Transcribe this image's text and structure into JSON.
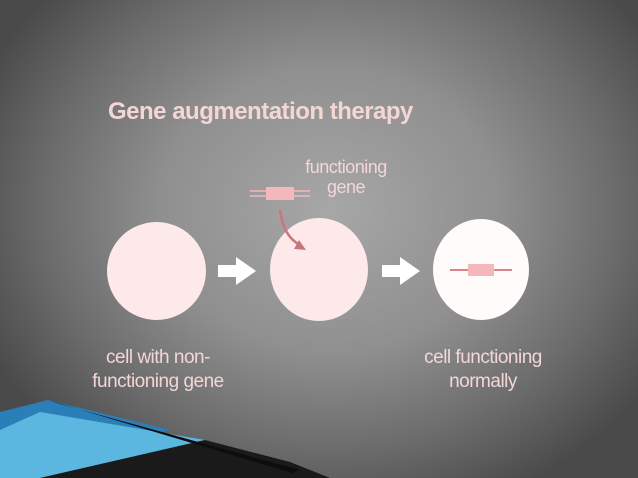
{
  "slide": {
    "title": "Gene augmentation therapy",
    "gene_label": "functioning gene",
    "caption_left": "cell with non-functioning gene",
    "caption_right": "cell functioning normally",
    "colors": {
      "text": "#f4d6d6",
      "cell": "#fde9ea",
      "cell_normal": "#fffbfb",
      "gene_box": "#f3b7bc",
      "arrow": "#ffffff",
      "accent_blue": "#2e86c1"
    }
  }
}
